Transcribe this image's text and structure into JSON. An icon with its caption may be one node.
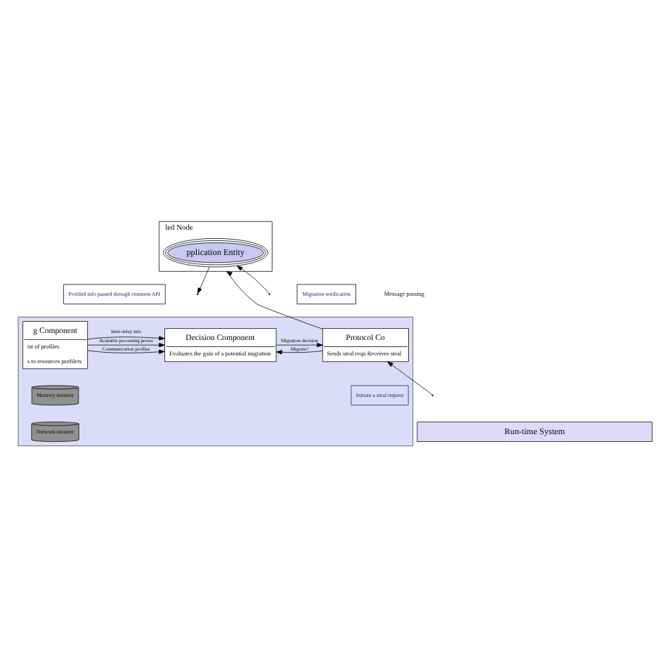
{
  "diagram": {
    "nodes": [
      {
        "text": [
          "led Node"
        ]
      },
      {
        "text": [
          "pplication Entity"
        ],
        "in": 0
      },
      {
        "text": [
          "Migration notification"
        ]
      },
      {
        "text": [
          "Profiled info passed through common API"
        ]
      },
      {
        "text": [],
        "shape": "band"
      },
      {
        "text": [
          "g Component",
          "ist of profiles",
          "s to resources profilers"
        ],
        "in": 4
      },
      {
        "text": [
          "Decision Component",
          "Evaluates the gain of a potential migration"
        ],
        "in": 4
      },
      {
        "text": [
          "Protocol Co",
          "Sends steal requ Receives steal"
        ],
        "in": 4
      },
      {
        "text": [
          "Memory monitor"
        ],
        "in": 4
      },
      {
        "text": [
          "Network monitor"
        ],
        "in": 4
      },
      {
        "text": [
          "Initiate a steal request"
        ],
        "in": 4
      },
      {
        "text": [
          "Run-time System"
        ]
      }
    ],
    "edges": [
      {
        "from": null,
        "to": 1,
        "arrow": "to"
      },
      {
        "from": 1,
        "to": null,
        "arrow": "to"
      },
      {
        "from": 7,
        "to": 0,
        "arrow": "to"
      },
      {
        "from": 5,
        "to": 6,
        "arrow": "to",
        "label": "Communication profiles"
      },
      {
        "from": 5,
        "to": 6,
        "arrow": "to",
        "label": "Available processing power"
      },
      {
        "from": 5,
        "to": 6,
        "arrow": "to",
        "label": "Inter-delay info"
      },
      {
        "from": 7,
        "to": 6,
        "arrow": "to",
        "label": "Migrate?"
      },
      {
        "from": 6,
        "to": 7,
        "arrow": "to",
        "label": "Migration decision"
      },
      {
        "from": null,
        "to": 7,
        "arrow": "to"
      }
    ],
    "labels": [
      "Message passing"
    ]
  }
}
